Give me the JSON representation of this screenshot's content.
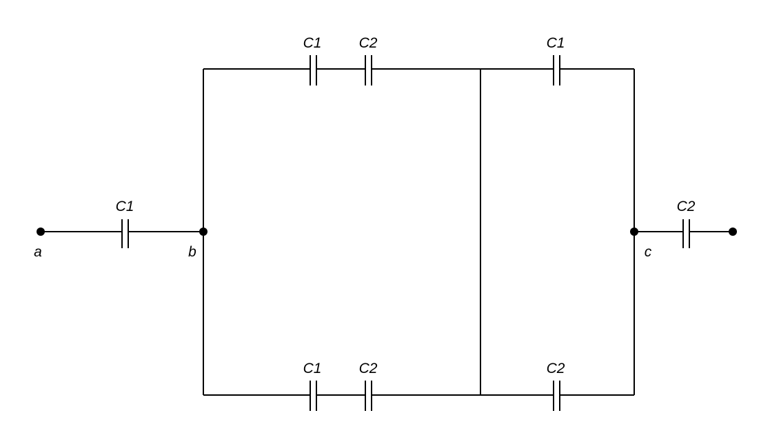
{
  "nodes": {
    "a": "a",
    "b": "b",
    "c": "c"
  },
  "capacitors": {
    "input_c1": "C1",
    "top_left_c1": "C1",
    "top_left_c2": "C2",
    "top_right_c1": "C1",
    "bottom_left_c1": "C1",
    "bottom_left_c2": "C2",
    "bottom_right_c2": "C2",
    "output_c2": "C2"
  }
}
